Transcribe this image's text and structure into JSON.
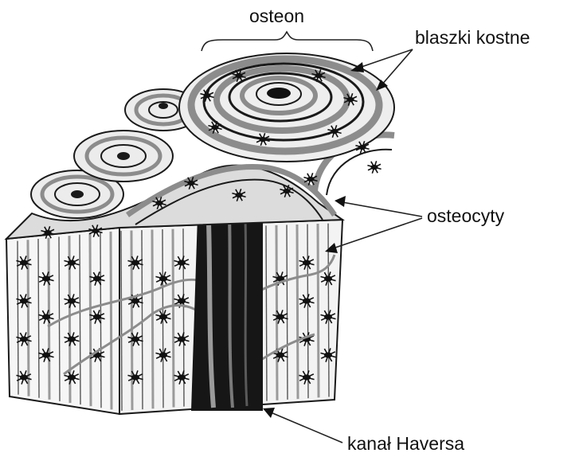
{
  "labels": {
    "osteon": "osteon",
    "lamellae": "blaszki kostne",
    "osteocytes": "osteocyty",
    "haversian_canal": "kanał Haversa"
  },
  "colors": {
    "ink": "#1a1a1a",
    "lamella_grey": "#8c8c8c",
    "background": "#ffffff"
  }
}
